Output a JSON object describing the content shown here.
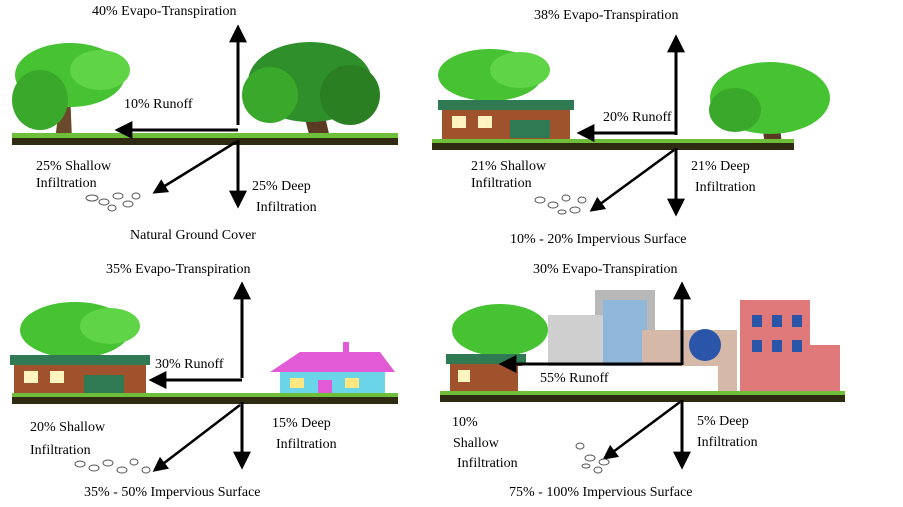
{
  "panels": [
    {
      "caption": "Natural Ground Cover",
      "evapo": "40% Evapo-Transpiration",
      "runoff": "10% Runoff",
      "shallow": [
        "25% Shallow",
        "Infiltration"
      ],
      "deep": [
        "25% Deep",
        "Infiltration"
      ]
    },
    {
      "caption": "10% - 20% Impervious Surface",
      "evapo": "38% Evapo-Transpiration",
      "runoff": "20% Runoff",
      "shallow": [
        "21% Shallow",
        "Infiltration"
      ],
      "deep": [
        "21% Deep",
        "Infiltration"
      ]
    },
    {
      "caption": "35% - 50% Impervious Surface",
      "evapo": "35% Evapo-Transpiration",
      "runoff": "30% Runoff",
      "shallow": [
        "20% Shallow",
        "Infiltration"
      ],
      "deep": [
        "15% Deep",
        "Infiltration"
      ]
    },
    {
      "caption": "75% - 100% Impervious Surface",
      "evapo": "30% Evapo-Transpiration",
      "runoff": "55% Runoff",
      "shallow": [
        "10%",
        "Shallow",
        "Infiltration"
      ],
      "deep": [
        "5% Deep",
        "Infiltration"
      ]
    }
  ],
  "colors": {
    "ground": "#2e2b12",
    "grass": "#4caf2e",
    "tree": "#46c233",
    "trunk": "#6b4a2b",
    "house": "#a0522d",
    "roof": "#2f7a52",
    "pinkRoof": "#e25ad6",
    "pinkWall": "#6ad4e8",
    "building": "#b8b8b8"
  }
}
